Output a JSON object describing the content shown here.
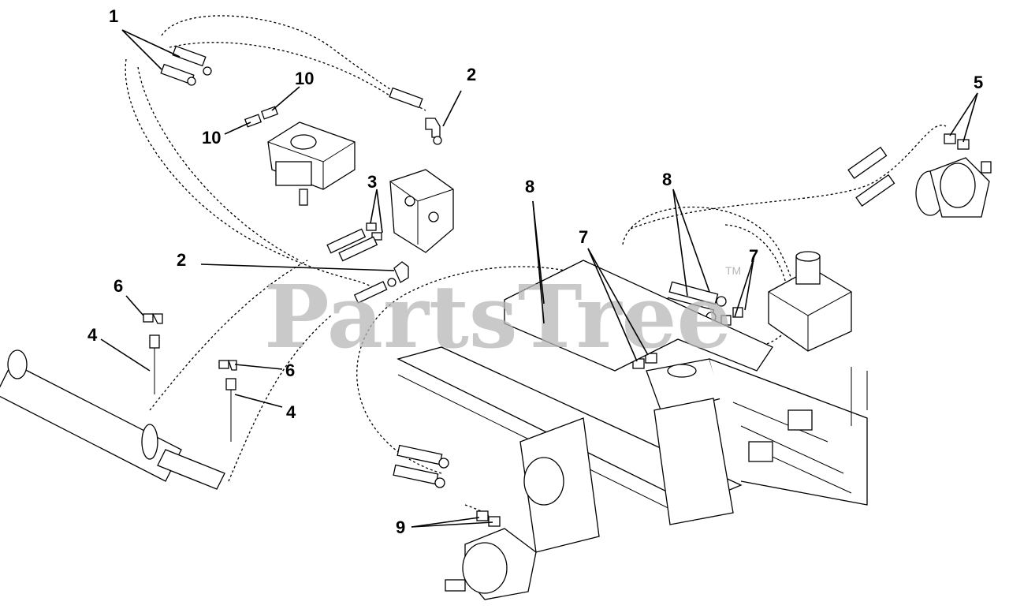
{
  "watermark": {
    "text": "PartsTree",
    "trademark": "TM"
  },
  "callouts": [
    {
      "id": "c1",
      "label": "1"
    },
    {
      "id": "c2a",
      "label": "2"
    },
    {
      "id": "c2b",
      "label": "2"
    },
    {
      "id": "c3",
      "label": "3"
    },
    {
      "id": "c4a",
      "label": "4"
    },
    {
      "id": "c4b",
      "label": "4"
    },
    {
      "id": "c5",
      "label": "5"
    },
    {
      "id": "c6a",
      "label": "6"
    },
    {
      "id": "c6b",
      "label": "6"
    },
    {
      "id": "c7a",
      "label": "7"
    },
    {
      "id": "c7b",
      "label": "7"
    },
    {
      "id": "c8a",
      "label": "8"
    },
    {
      "id": "c8b",
      "label": "8"
    },
    {
      "id": "c9",
      "label": "9"
    },
    {
      "id": "c10a",
      "label": "10"
    },
    {
      "id": "c10b",
      "label": "10"
    }
  ]
}
